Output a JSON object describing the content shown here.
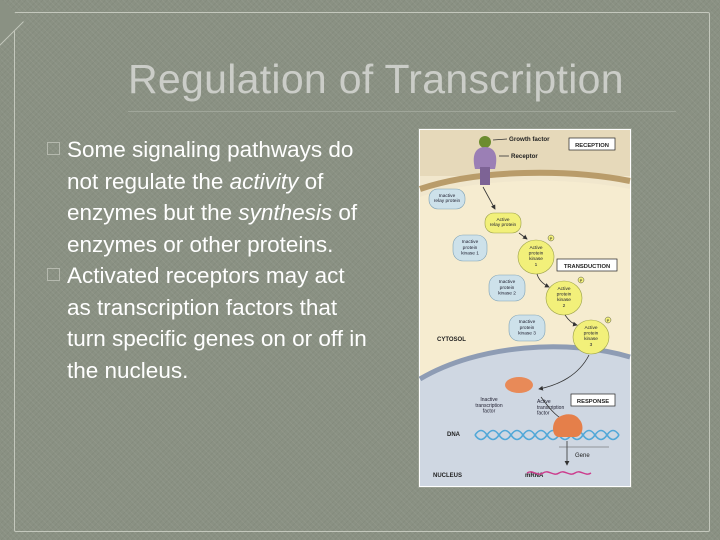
{
  "slide": {
    "title": "Regulation of Transcription",
    "bullets": [
      {
        "runs": [
          {
            "text": "Some signaling pathways do not regulate the ",
            "italic": false
          },
          {
            "text": "activity",
            "italic": true
          },
          {
            "text": " of enzymes but the ",
            "italic": false
          },
          {
            "text": "synthesis",
            "italic": true
          },
          {
            "text": " of enzymes or other proteins.",
            "italic": false
          }
        ]
      },
      {
        "runs": [
          {
            "text": "Activated receptors may act as transcription factors that turn specific genes on or off in the nucleus.",
            "italic": false
          }
        ]
      }
    ]
  },
  "figure": {
    "labels": {
      "growth_factor": "Growth factor",
      "receptor": "Receptor",
      "reception": "RECEPTION",
      "transduction": "TRANSDUCTION",
      "response": "RESPONSE",
      "cytosol": "CYTOSOL",
      "nucleus": "NUCLEUS",
      "dna": "DNA",
      "gene": "Gene",
      "mrna": "mRNA",
      "phosphate": "P"
    },
    "multiline": {
      "inactive_relay": [
        "Inactive",
        "relay protein"
      ],
      "active_relay": [
        "Active",
        "relay protein"
      ],
      "inactive_pk1": [
        "Inactive",
        "protein",
        "kinase 1"
      ],
      "active_pk1": [
        "Active",
        "protein",
        "kinase",
        "1"
      ],
      "inactive_pk2": [
        "Inactive",
        "protein",
        "kinase 2"
      ],
      "active_pk2": [
        "Active",
        "protein",
        "kinase",
        "2"
      ],
      "inactive_pk3": [
        "Inactive",
        "protein",
        "kinase 3"
      ],
      "active_pk3": [
        "Active",
        "protein",
        "kinase",
        "3"
      ],
      "inactive_tf": [
        "Inactive",
        "transcription",
        "factor"
      ],
      "active_tf": [
        "Active",
        "transcription",
        "factor"
      ]
    },
    "colors": {
      "membrane": "#d9c9a0",
      "cytosol": "#f6ecd0",
      "nucleus": "#cfd7e2",
      "receptor": "#9b7fb5",
      "relay_inactive": "#cde1ea",
      "relay_active": "#f2f07a",
      "tf_inactive": "#e88a58",
      "tf_active": "#e57f4a",
      "dna": "#52a8d8",
      "mrna": "#cc3b8c"
    }
  }
}
